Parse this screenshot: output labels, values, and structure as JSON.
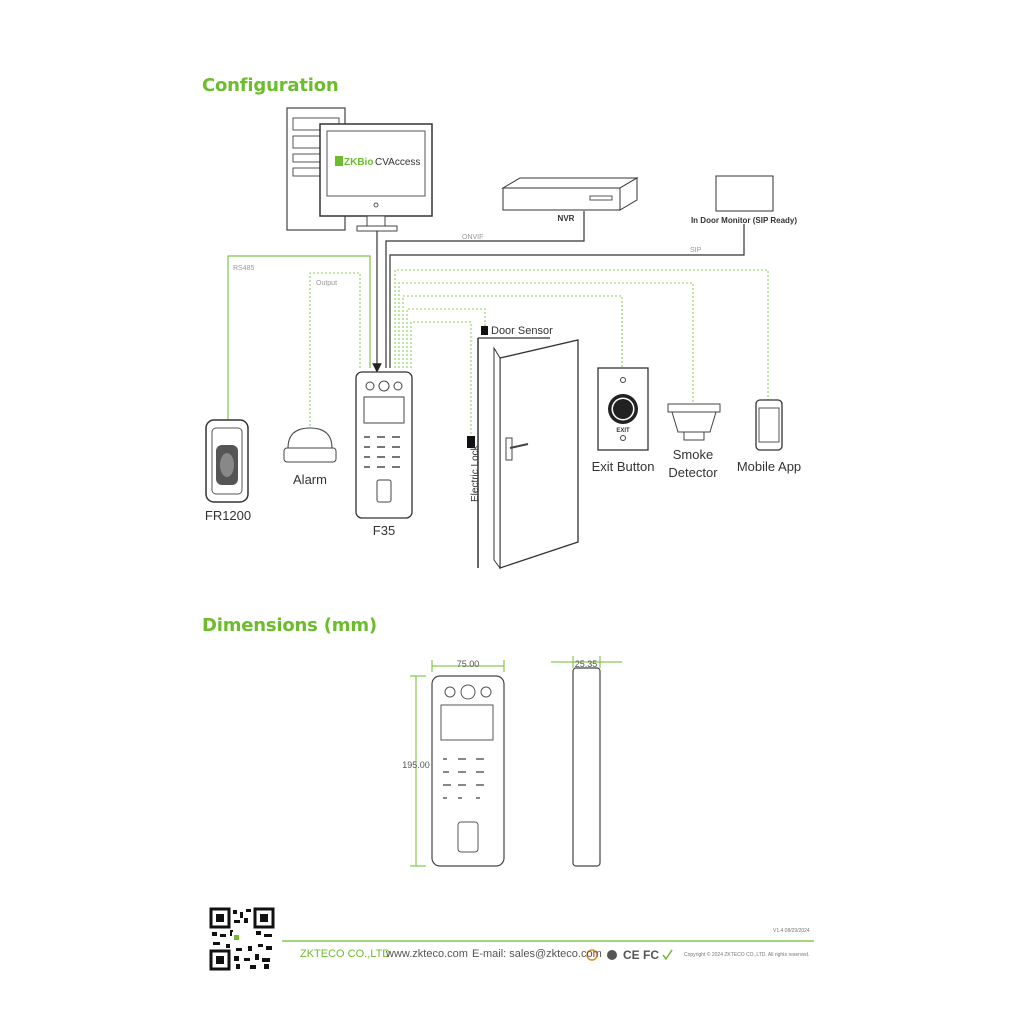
{
  "headings": {
    "configuration": "Configuration",
    "dimensions": "Dimensions (mm)"
  },
  "software": {
    "brand": "ZKBio",
    "product": "CVAccess"
  },
  "connections": {
    "onvif": "ONVIF",
    "sip": "SIP",
    "rs485": "RS485",
    "output": "Output"
  },
  "devices": {
    "nvr": "NVR",
    "indoor_monitor": "In Door Monitor (SIP Ready)",
    "fr1200": "FR1200",
    "alarm": "Alarm",
    "f35": "F35",
    "door_sensor": "Door Sensor",
    "electric_lock": "Electric Lock",
    "exit_button": "Exit Button",
    "exit_label": "EXIT",
    "smoke_detector_line1": "Smoke",
    "smoke_detector_line2": "Detector",
    "mobile_app": "Mobile App"
  },
  "dimensions": {
    "width": "75.00",
    "height": "195.00",
    "depth": "25.35"
  },
  "footer": {
    "version": "V1.4 08/29/2024",
    "company": "ZKTECO CO.,LTD.",
    "website": "www.zkteco.com",
    "email": "E-mail: sales@zkteco.com",
    "copyright": "Copyright © 2024 ZKTECO CO.,LTD. All rights reserved.",
    "certs": "CE FC"
  },
  "colors": {
    "accent": "#6cbd2c",
    "line_dark": "#333333",
    "line_green_dashed": "#8fcf5a"
  }
}
